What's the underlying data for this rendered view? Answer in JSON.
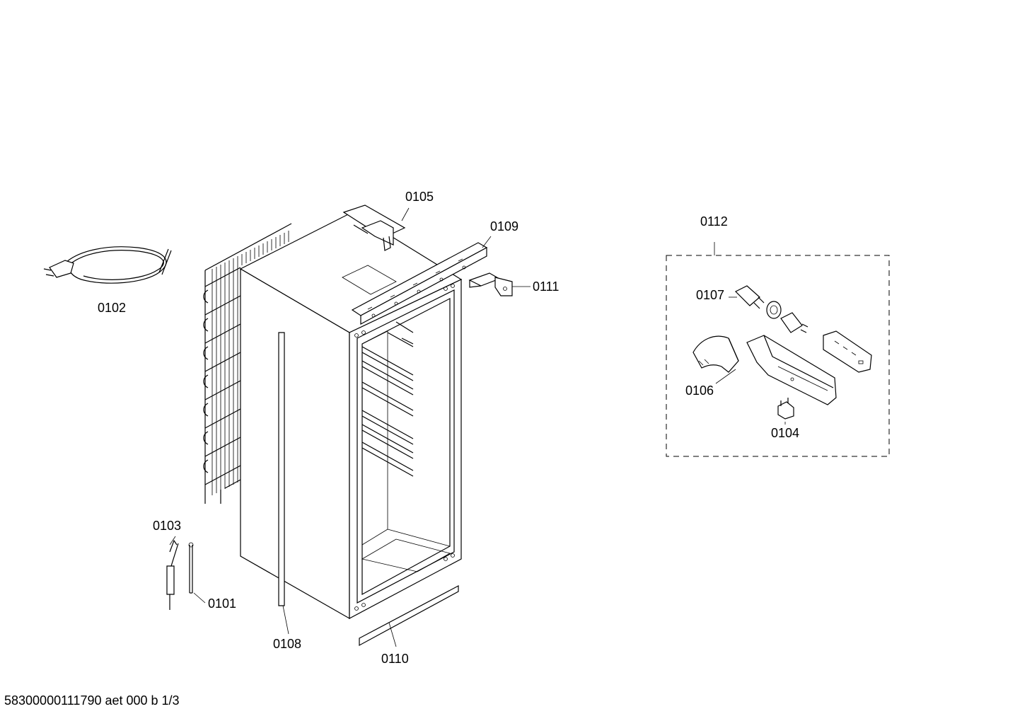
{
  "diagram": {
    "labels": {
      "p0101": "0101",
      "p0102": "0102",
      "p0103": "0103",
      "p0104": "0104",
      "p0105": "0105",
      "p0106": "0106",
      "p0107": "0107",
      "p0108": "0108",
      "p0109": "0109",
      "p0110": "0110",
      "p0111": "0111",
      "p0112": "0112"
    },
    "footer": "58300000111790 aet 000 b 1/3"
  }
}
